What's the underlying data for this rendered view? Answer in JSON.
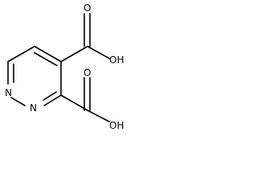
{
  "molecule": {
    "atoms": {
      "ring_n1": "N",
      "ring_n2": "N",
      "oxygen_top": "O",
      "hydroxyl_top": "OH",
      "oxygen_bottom": "O",
      "hydroxyl_bottom": "OH"
    },
    "colors": {
      "bond": "#000000",
      "text": "#000000",
      "background": "#ffffff"
    }
  }
}
